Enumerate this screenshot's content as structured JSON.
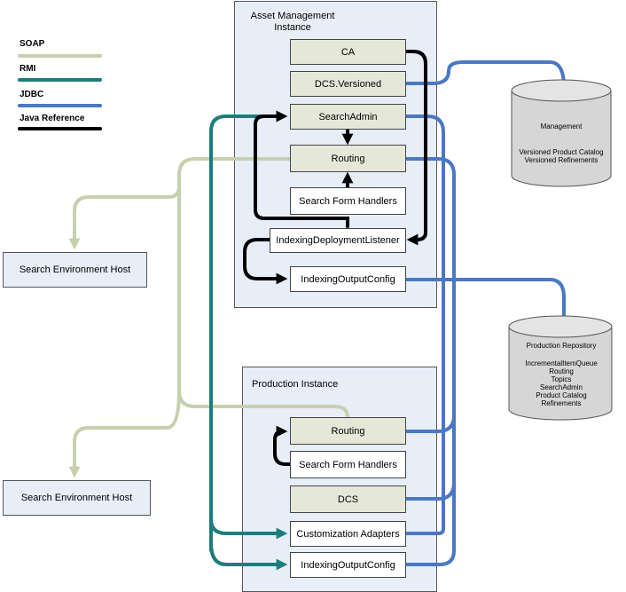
{
  "legend": [
    {
      "label": "SOAP",
      "color": "#c7d0ad"
    },
    {
      "label": "RMI",
      "color": "#1c7d7d"
    },
    {
      "label": "JDBC",
      "color": "#4a78c4"
    },
    {
      "label": "Java Reference",
      "color": "#000000"
    }
  ],
  "asset_instance": {
    "title": "Asset Management\nInstance",
    "nodes": {
      "ca": "CA",
      "dcs_versioned": "DCS.Versioned",
      "search_admin": "SearchAdmin",
      "routing": "Routing",
      "search_form_handlers": "Search Form Handlers",
      "indexing_deployment_listener": "IndexingDeploymentListener",
      "indexing_output_config": "IndexingOutputConfig"
    }
  },
  "production_instance": {
    "title": "Production Instance",
    "nodes": {
      "routing": "Routing",
      "search_form_handlers": "Search Form Handlers",
      "dcs": "DCS",
      "customization_adapters": "Customization Adapters",
      "indexing_output_config": "IndexingOutputConfig"
    }
  },
  "hosts": [
    "Search Environment Host",
    "Search Environment Host"
  ],
  "databases": {
    "management": {
      "title": "Management",
      "items": [
        "Versioned Product Catalog",
        "Versioned Refinements"
      ]
    },
    "production": {
      "title": "Production Repository",
      "items": [
        "IncrementalItemQueue",
        "Routing",
        "Topics",
        "SearchAdmin",
        "Product Catalog",
        "Refinements"
      ]
    }
  }
}
